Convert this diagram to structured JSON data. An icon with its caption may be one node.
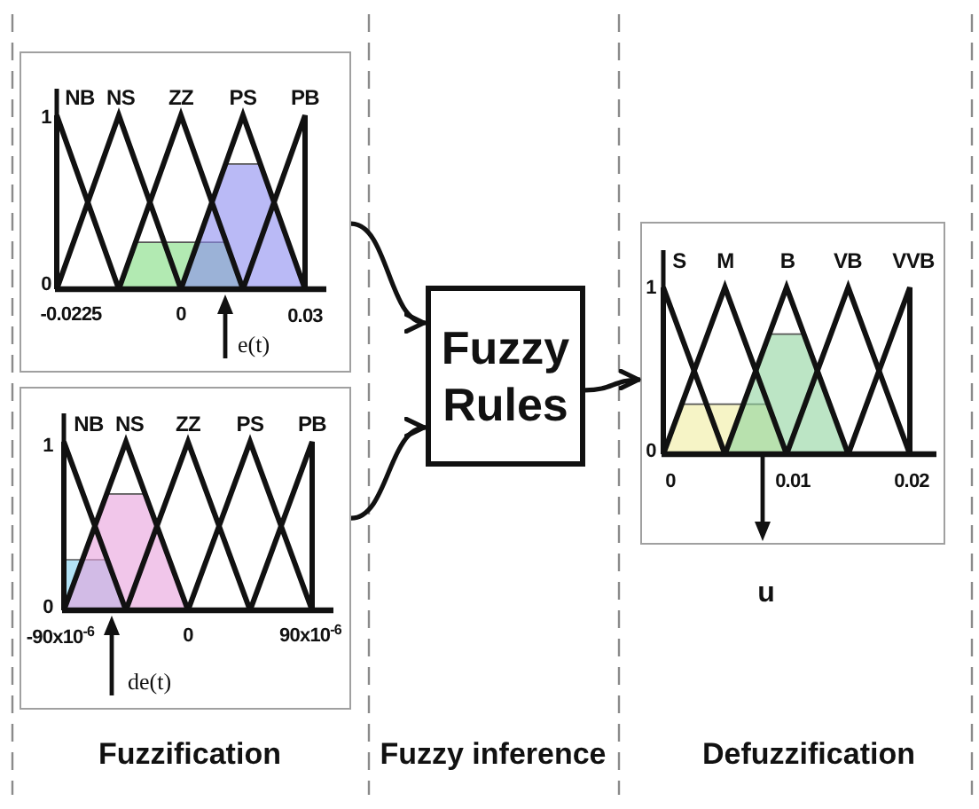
{
  "diagram": {
    "nodes": [
      {
        "text": [
          "NB",
          "NS",
          "ZZ",
          "PS",
          "PB",
          "1",
          "0",
          "-0.0225",
          "0",
          "0.03",
          "e(t)"
        ]
      },
      {
        "text": [
          "NB",
          "NS",
          "ZZ",
          "PS",
          "PB",
          "1",
          "0",
          "-90x10$^{-6}$",
          "0",
          "90x10$^{-6}$",
          "de(t)"
        ]
      },
      {
        "text": [
          "Fuzzy Rules"
        ]
      },
      {
        "text": [
          "S",
          "M",
          "B",
          "VB",
          "VVB",
          "1",
          "0",
          "0",
          "0.01",
          "0.02"
        ]
      }
    ],
    "edges": [
      {
        "from": 0,
        "to": 2,
        "arrow": "to"
      },
      {
        "from": 1,
        "to": 2,
        "arrow": "to"
      },
      {
        "from": 2,
        "to": 3,
        "arrow": "to"
      }
    ],
    "labels": [
      "u",
      "Fuzzification",
      "Fuzzy inference",
      "Defuzzification"
    ]
  }
}
